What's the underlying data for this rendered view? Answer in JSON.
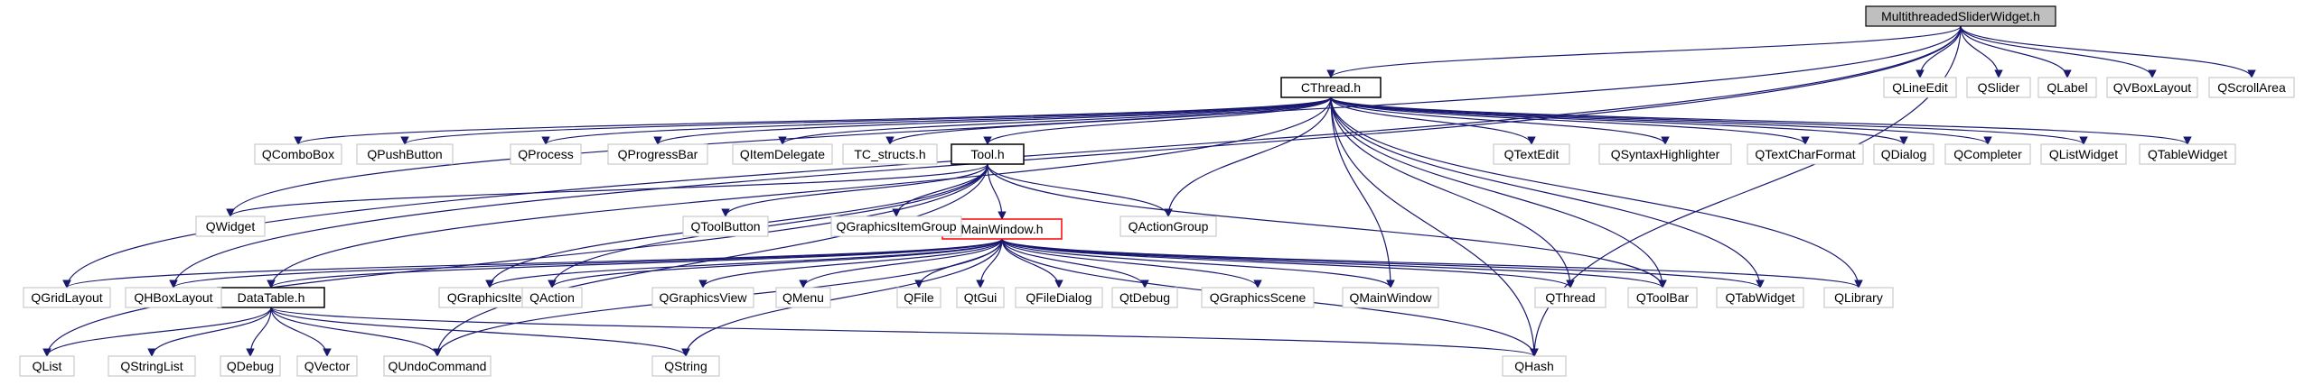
{
  "colors": {
    "edge": "#191970",
    "node_border_external": "#bfbfbf",
    "node_border_project": "#000000",
    "node_border_highlight": "#ff0000",
    "root_fill": "#bfbfbf",
    "node_fill": "#ffffff",
    "text": "#000000"
  },
  "nodes": [
    {
      "id": "root",
      "label": "MultithreadedSliderWidget.h",
      "kind": "root"
    },
    {
      "id": "cthread",
      "label": "CThread.h",
      "kind": "project"
    },
    {
      "id": "tool",
      "label": "Tool.h",
      "kind": "project"
    },
    {
      "id": "mainwindow",
      "label": "MainWindow.h",
      "kind": "highlight"
    },
    {
      "id": "datatable",
      "label": "DataTable.h",
      "kind": "project"
    },
    {
      "id": "qlineedit",
      "label": "QLineEdit",
      "kind": "external"
    },
    {
      "id": "qslider",
      "label": "QSlider",
      "kind": "external"
    },
    {
      "id": "qlabel",
      "label": "QLabel",
      "kind": "external"
    },
    {
      "id": "qvboxlayout",
      "label": "QVBoxLayout",
      "kind": "external"
    },
    {
      "id": "qscrollarea",
      "label": "QScrollArea",
      "kind": "external"
    },
    {
      "id": "qcombobox",
      "label": "QComboBox",
      "kind": "external"
    },
    {
      "id": "qpushbutton",
      "label": "QPushButton",
      "kind": "external"
    },
    {
      "id": "qprocess",
      "label": "QProcess",
      "kind": "external"
    },
    {
      "id": "qprogressbar",
      "label": "QProgressBar",
      "kind": "external"
    },
    {
      "id": "qitemdelegate",
      "label": "QItemDelegate",
      "kind": "external"
    },
    {
      "id": "tc_structs",
      "label": "TC_structs.h",
      "kind": "external"
    },
    {
      "id": "qtextedit",
      "label": "QTextEdit",
      "kind": "external"
    },
    {
      "id": "qsyntaxhighlighter",
      "label": "QSyntaxHighlighter",
      "kind": "external"
    },
    {
      "id": "qtextcharformat",
      "label": "QTextCharFormat",
      "kind": "external"
    },
    {
      "id": "qdialog",
      "label": "QDialog",
      "kind": "external"
    },
    {
      "id": "qcompleter",
      "label": "QCompleter",
      "kind": "external"
    },
    {
      "id": "qlistwidget",
      "label": "QListWidget",
      "kind": "external"
    },
    {
      "id": "qtablewidget",
      "label": "QTableWidget",
      "kind": "external"
    },
    {
      "id": "qwidget",
      "label": "QWidget",
      "kind": "external"
    },
    {
      "id": "qtoolbutton",
      "label": "QToolButton",
      "kind": "external"
    },
    {
      "id": "qgraphicsitemgroup",
      "label": "QGraphicsItemGroup",
      "kind": "external"
    },
    {
      "id": "qactiongroup",
      "label": "QActionGroup",
      "kind": "external"
    },
    {
      "id": "qgridlayout",
      "label": "QGridLayout",
      "kind": "external"
    },
    {
      "id": "qhboxlayout",
      "label": "QHBoxLayout",
      "kind": "external"
    },
    {
      "id": "qgraphicsitem",
      "label": "QGraphicsItem",
      "kind": "external"
    },
    {
      "id": "qaction",
      "label": "QAction",
      "kind": "external"
    },
    {
      "id": "qgraphicsview",
      "label": "QGraphicsView",
      "kind": "external"
    },
    {
      "id": "qmenu",
      "label": "QMenu",
      "kind": "external"
    },
    {
      "id": "qfile",
      "label": "QFile",
      "kind": "external"
    },
    {
      "id": "qtgui",
      "label": "QtGui",
      "kind": "external"
    },
    {
      "id": "qfiledialog",
      "label": "QFileDialog",
      "kind": "external"
    },
    {
      "id": "qtdebug",
      "label": "QtDebug",
      "kind": "external"
    },
    {
      "id": "qgraphicsscene",
      "label": "QGraphicsScene",
      "kind": "external"
    },
    {
      "id": "qmainwindow",
      "label": "QMainWindow",
      "kind": "external"
    },
    {
      "id": "qthread",
      "label": "QThread",
      "kind": "external"
    },
    {
      "id": "qtoolbar",
      "label": "QToolBar",
      "kind": "external"
    },
    {
      "id": "qtabwidget",
      "label": "QTabWidget",
      "kind": "external"
    },
    {
      "id": "qlibrary",
      "label": "QLibrary",
      "kind": "external"
    },
    {
      "id": "qlist",
      "label": "QList",
      "kind": "external"
    },
    {
      "id": "qstringlist",
      "label": "QStringList",
      "kind": "external"
    },
    {
      "id": "qdebug",
      "label": "QDebug",
      "kind": "external"
    },
    {
      "id": "qvector",
      "label": "QVector",
      "kind": "external"
    },
    {
      "id": "qundocommand",
      "label": "QUndoCommand",
      "kind": "external"
    },
    {
      "id": "qstring",
      "label": "QString",
      "kind": "external"
    },
    {
      "id": "qhash",
      "label": "QHash",
      "kind": "external"
    }
  ],
  "edges": [
    [
      "root",
      "qlineedit"
    ],
    [
      "root",
      "qslider"
    ],
    [
      "root",
      "qlabel"
    ],
    [
      "root",
      "qvboxlayout"
    ],
    [
      "root",
      "qscrollarea"
    ],
    [
      "root",
      "cthread"
    ],
    [
      "root",
      "qwidget"
    ],
    [
      "root",
      "qgridlayout"
    ],
    [
      "root",
      "qhboxlayout"
    ],
    [
      "root",
      "qhash"
    ],
    [
      "cthread",
      "qcombobox"
    ],
    [
      "cthread",
      "qpushbutton"
    ],
    [
      "cthread",
      "qprocess"
    ],
    [
      "cthread",
      "qprogressbar"
    ],
    [
      "cthread",
      "qitemdelegate"
    ],
    [
      "cthread",
      "tc_structs"
    ],
    [
      "cthread",
      "tool"
    ],
    [
      "cthread",
      "qtextedit"
    ],
    [
      "cthread",
      "qsyntaxhighlighter"
    ],
    [
      "cthread",
      "qtextcharformat"
    ],
    [
      "cthread",
      "qdialog"
    ],
    [
      "cthread",
      "qcompleter"
    ],
    [
      "cthread",
      "qlistwidget"
    ],
    [
      "cthread",
      "qtablewidget"
    ],
    [
      "cthread",
      "qactiongroup"
    ],
    [
      "cthread",
      "datatable"
    ],
    [
      "cthread",
      "qmainwindow"
    ],
    [
      "cthread",
      "qthread"
    ],
    [
      "cthread",
      "qtoolbar"
    ],
    [
      "cthread",
      "qtabwidget"
    ],
    [
      "cthread",
      "qlibrary"
    ],
    [
      "cthread",
      "qhash"
    ],
    [
      "tool",
      "qwidget"
    ],
    [
      "tool",
      "qtoolbutton"
    ],
    [
      "tool",
      "qgraphicsitemgroup"
    ],
    [
      "tool",
      "qactiongroup"
    ],
    [
      "tool",
      "mainwindow"
    ],
    [
      "tool",
      "qgraphicsitem"
    ],
    [
      "tool",
      "qaction"
    ],
    [
      "tool",
      "qundocommand"
    ],
    [
      "tool",
      "qlist"
    ],
    [
      "tool",
      "qtoolbar"
    ],
    [
      "mainwindow",
      "qgridlayout"
    ],
    [
      "mainwindow",
      "qhboxlayout"
    ],
    [
      "mainwindow",
      "datatable"
    ],
    [
      "mainwindow",
      "qgraphicsitem"
    ],
    [
      "mainwindow",
      "qaction"
    ],
    [
      "mainwindow",
      "qgraphicsview"
    ],
    [
      "mainwindow",
      "qmenu"
    ],
    [
      "mainwindow",
      "qfile"
    ],
    [
      "mainwindow",
      "qtgui"
    ],
    [
      "mainwindow",
      "qfiledialog"
    ],
    [
      "mainwindow",
      "qtdebug"
    ],
    [
      "mainwindow",
      "qgraphicsscene"
    ],
    [
      "mainwindow",
      "qmainwindow"
    ],
    [
      "mainwindow",
      "qthread"
    ],
    [
      "mainwindow",
      "qtoolbar"
    ],
    [
      "mainwindow",
      "qtabwidget"
    ],
    [
      "mainwindow",
      "qlibrary"
    ],
    [
      "mainwindow",
      "qundocommand"
    ],
    [
      "mainwindow",
      "qstring"
    ],
    [
      "mainwindow",
      "qhash"
    ],
    [
      "datatable",
      "qlist"
    ],
    [
      "datatable",
      "qstringlist"
    ],
    [
      "datatable",
      "qdebug"
    ],
    [
      "datatable",
      "qvector"
    ],
    [
      "datatable",
      "qundocommand"
    ],
    [
      "datatable",
      "qstring"
    ],
    [
      "datatable",
      "qhash"
    ]
  ]
}
